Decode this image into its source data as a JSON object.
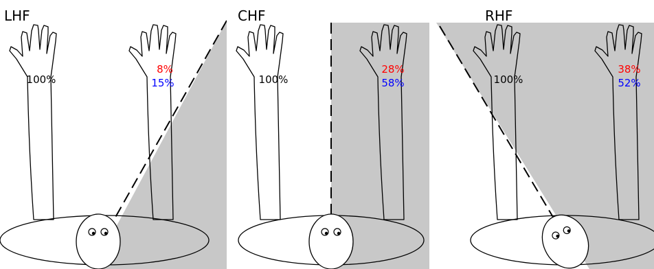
{
  "colors": {
    "shade": "#c8c8c8",
    "red": "#ff0000",
    "blue": "#0000ff",
    "black": "#000000"
  },
  "panels": [
    {
      "title": "LHF",
      "left_pct": "100%",
      "right_red": "8%",
      "right_blue": "15%"
    },
    {
      "title": "CHF",
      "left_pct": "100%",
      "right_red": "28%",
      "right_blue": "58%"
    },
    {
      "title": "RHF",
      "left_pct": "100%",
      "right_red": "38%",
      "right_blue": "52%"
    }
  ]
}
